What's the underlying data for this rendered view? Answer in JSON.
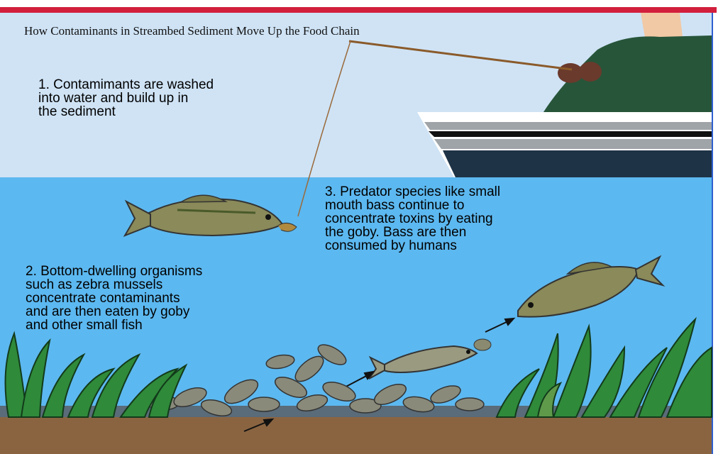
{
  "title": "How Contaminants in Streambed Sediment Move Up the Food Chain",
  "steps": {
    "step1": "1. Contamimants are washed\n into water and build up in\n the sediment",
    "step2": "2. Bottom-dwelling organisms\n such as zebra mussels\n concentrate contaminants\n and are then eaten by goby\n and other small fish",
    "step3": "3. Predator species like small\n mouth bass continue to\n concentrate toxins by eating\n the goby. Bass are then\n consumed by humans"
  },
  "colors": {
    "sky": "#cfe3f5",
    "water": "#5cb8f0",
    "sediment": "#5a6b79",
    "ground": "#8a6441",
    "accent_bar": "#d21f3c",
    "plant_green": "#2f8a3a",
    "fish_body": "#8a8a5a"
  },
  "icons": [
    "fisherman-figure",
    "boat-hull",
    "fishing-line",
    "hooked-bass",
    "goby-fish",
    "swimming-bass",
    "zebra-mussels",
    "aquatic-plants",
    "food-chain-arrow"
  ]
}
